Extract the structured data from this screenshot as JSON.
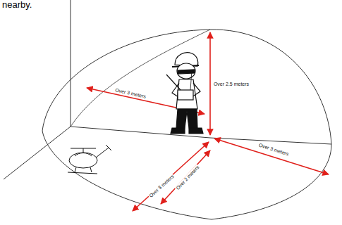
{
  "diagram": {
    "labels": [
      "nearby.",
      "Over 3 meters",
      "Over 2.5 meters",
      "Over 3 meters",
      "Over 3 meters",
      "Over 2 meters"
    ]
  }
}
